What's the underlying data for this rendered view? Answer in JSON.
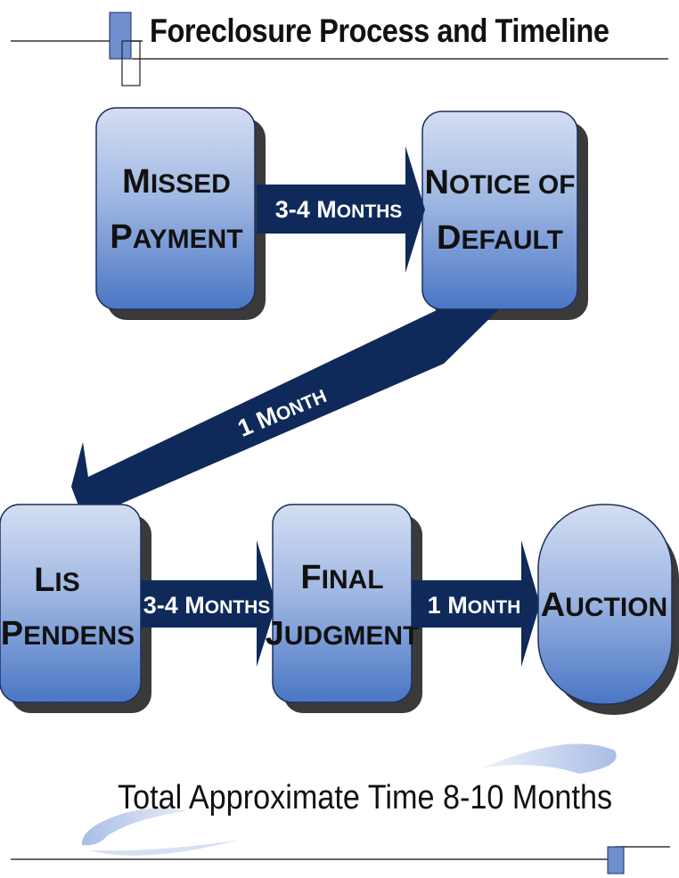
{
  "title": "Foreclosure Process and Timeline",
  "footer": {
    "total_time": "Total Approximate Time 8-10 Months"
  },
  "steps": {
    "missed_payment": {
      "line1_cap": "M",
      "line1_rest": "ISSED",
      "line2_cap": "P",
      "line2_rest": "AYMENT"
    },
    "notice_of_default": {
      "line1_cap": "N",
      "line1_rest": "OTICE OF",
      "line2_cap": "D",
      "line2_rest": "EFAULT"
    },
    "lis_pendens": {
      "line1_cap": "L",
      "line1_rest": "IS",
      "line2_cap": "P",
      "line2_rest": "ENDENS"
    },
    "final_judgment": {
      "line1_cap": "F",
      "line1_rest": "INAL",
      "line2_cap": "J",
      "line2_rest": "UDGMENT"
    },
    "auction": {
      "line1_cap": "A",
      "line1_rest": "UCTION"
    }
  },
  "durations": {
    "missed_to_notice": {
      "num": "3-4 ",
      "cap": "M",
      "rest": "ONTHS"
    },
    "notice_to_lis": {
      "num": "1 ",
      "cap": "M",
      "rest": "ONTH"
    },
    "lis_to_final": {
      "num": "3-4 ",
      "cap": "M",
      "rest": "ONTHS"
    },
    "final_to_auction": {
      "num": "1 ",
      "cap": "M",
      "rest": "ONTH"
    }
  },
  "colors": {
    "arrow": "#0f2a5a",
    "box_top": "#cfdaf0",
    "box_bottom": "#4e7ac6",
    "accent_square": "#6f8fcf"
  }
}
